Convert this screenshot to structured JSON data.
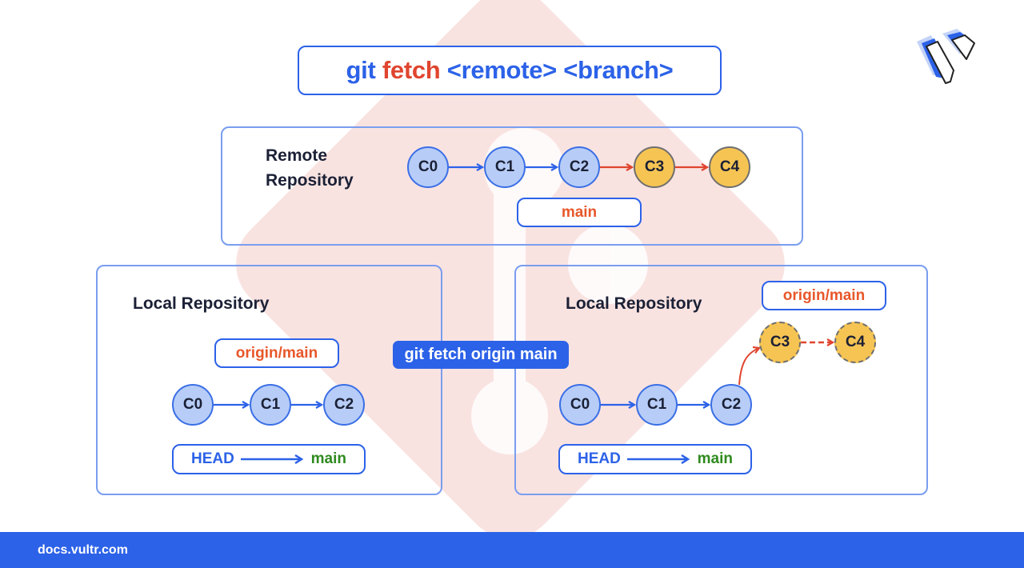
{
  "title": {
    "parts": [
      {
        "text": "git",
        "color": "blue"
      },
      {
        "text": "fetch",
        "color": "red"
      },
      {
        "text": "<remote>",
        "color": "blue"
      },
      {
        "text": "<branch>",
        "color": "blue"
      }
    ]
  },
  "remote": {
    "label_line1": "Remote",
    "label_line2": "Repository",
    "commits": [
      "C0",
      "C1",
      "C2",
      "C3",
      "C4"
    ],
    "branch_label": "main"
  },
  "local_before": {
    "label": "Local Repository",
    "tracking_label": "origin/main",
    "commits": [
      "C0",
      "C1",
      "C2"
    ],
    "head_label": "HEAD",
    "head_branch": "main"
  },
  "command": "git fetch origin main",
  "local_after": {
    "label": "Local Repository",
    "tracking_label": "origin/main",
    "commits": [
      "C0",
      "C1",
      "C2"
    ],
    "fetched_commits": [
      "C3",
      "C4"
    ],
    "head_label": "HEAD",
    "head_branch": "main"
  },
  "footer": {
    "site": "docs.vultr.com"
  },
  "colors": {
    "brand_blue": "#2c62e8",
    "accent_red": "#e0452f",
    "branch_orange": "#e8572a",
    "main_green": "#2f8a1e",
    "commit_blue": "#b7cdf7",
    "commit_yellow": "#f6c453",
    "logo_bg": "#f9e3e1"
  }
}
